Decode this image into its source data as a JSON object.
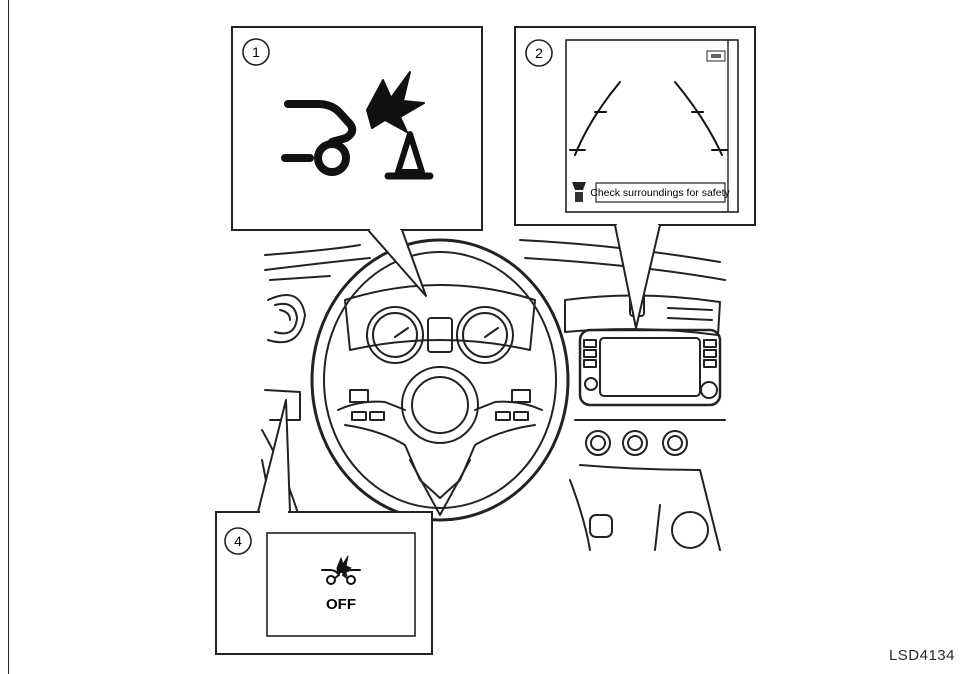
{
  "callouts": {
    "one": {
      "number": "1",
      "icon": "forward-emergency-braking-warning-icon"
    },
    "two": {
      "number": "2",
      "screen_message": "Check surroundings for safety",
      "icon": "rear-camera-guide-lines"
    },
    "four": {
      "number": "4",
      "switch_label": "OFF",
      "icon": "emergency-braking-off-switch-icon"
    }
  },
  "figure_id": "LSD4134"
}
